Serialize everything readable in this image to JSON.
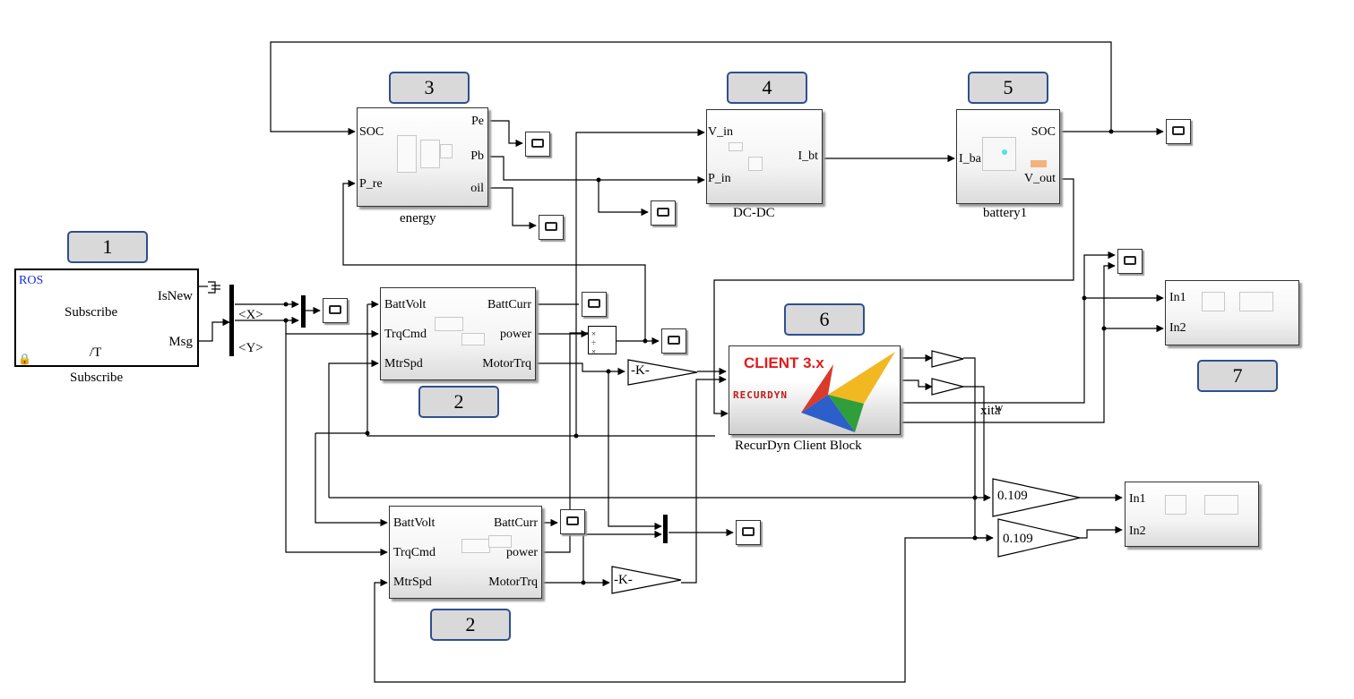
{
  "callouts": [
    "1",
    "2",
    "2",
    "3",
    "4",
    "5",
    "6",
    "7"
  ],
  "subscribe": {
    "ros": "ROS",
    "center": "Subscribe",
    "topic": "/T",
    "out1": "IsNew",
    "out2": "Msg",
    "caption": "Subscribe"
  },
  "bus": {
    "x": "<X>",
    "y": "<Y>"
  },
  "energy": {
    "in1": "SOC",
    "in2": "P_re",
    "out1": "Pe",
    "out2": "Pb",
    "out3": "oil",
    "caption": "energy"
  },
  "dcdc": {
    "in1": "V_in",
    "in2": "P_in",
    "out1": "I_bt",
    "caption": "DC-DC"
  },
  "battery": {
    "in1": "I_ba",
    "out1": "SOC",
    "out2": "V_out",
    "caption": "battery1"
  },
  "motor": {
    "in1": "BattVolt",
    "in2": "TrqCmd",
    "in3": "MtrSpd",
    "out1": "BattCurr",
    "out2": "power",
    "out3": "MotorTrq"
  },
  "gain_k": "-K-",
  "gain_109": "0.109",
  "recurdyn": {
    "banner": "CLIENT 3.x",
    "logo": "RECURDYN",
    "caption": "RecurDyn Client Block",
    "out_label": "xita",
    "out_label2": "w"
  },
  "sub7": {
    "in1": "In1",
    "in2": "In2"
  },
  "sub8": {
    "in1": "In1",
    "in2": "In2"
  },
  "product_signs": [
    "×",
    "÷",
    "×"
  ]
}
